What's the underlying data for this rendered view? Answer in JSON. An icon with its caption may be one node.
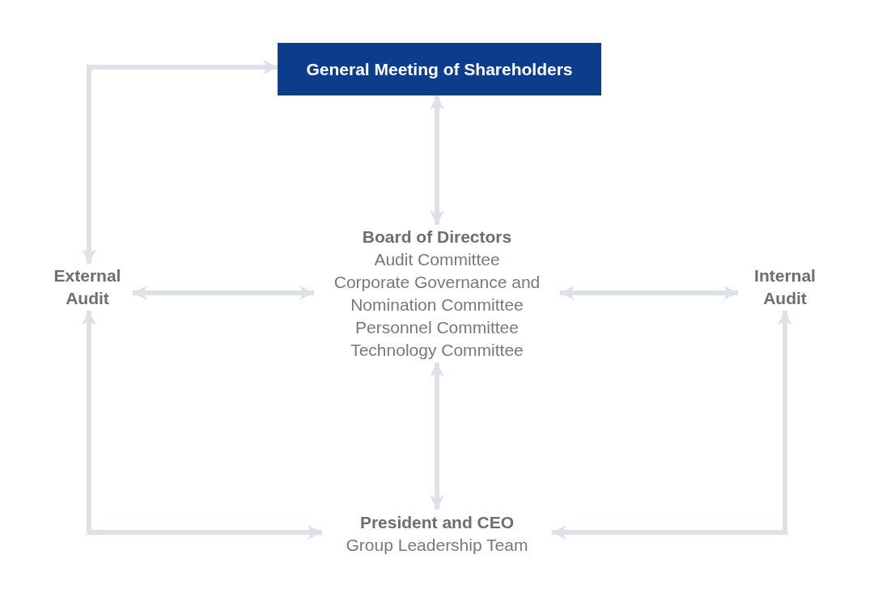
{
  "diagram": {
    "nodes": [
      {
        "text": [
          "General Meeting of Shareholders"
        ]
      },
      {
        "text": [
          "External Audit"
        ]
      },
      {
        "text": [
          "Board of Directors",
          "Audit Committee",
          "Corporate Governance and Nomination Committee",
          "Personnel Committee",
          "Technology Committee"
        ]
      },
      {
        "text": [
          "Internal Audit"
        ]
      },
      {
        "text": [
          "President and CEO",
          "Group Leadership Team"
        ]
      }
    ],
    "edges": [
      {
        "from": 1,
        "to": 0,
        "arrow": "both"
      },
      {
        "from": 0,
        "to": 2,
        "arrow": "both"
      },
      {
        "from": 1,
        "to": 2,
        "arrow": "both"
      },
      {
        "from": 2,
        "to": 3,
        "arrow": "both"
      },
      {
        "from": 2,
        "to": 4,
        "arrow": "both"
      },
      {
        "from": 1,
        "to": 4,
        "arrow": "both"
      },
      {
        "from": 3,
        "to": 4,
        "arrow": "both"
      }
    ]
  }
}
